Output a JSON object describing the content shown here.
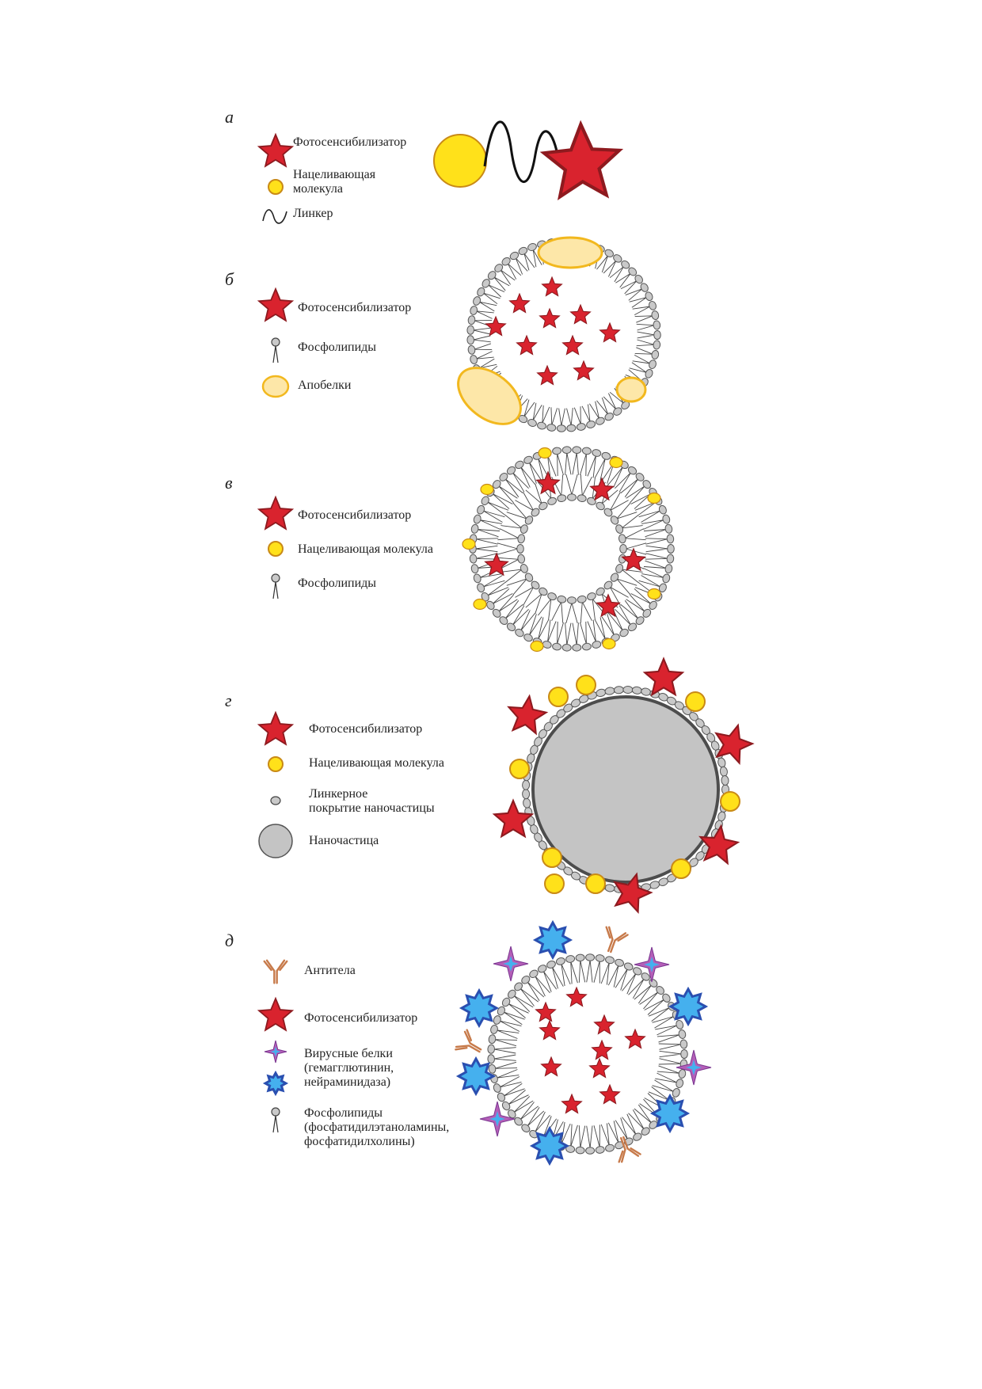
{
  "colors": {
    "star_fill": "#d9232e",
    "star_stroke": "#8e1a1f",
    "yellow_fill": "#ffe11a",
    "yellow_stroke": "#c98a16",
    "apoprotein_fill": "#fde7a8",
    "apoprotein_stroke": "#f2b81e",
    "phospholipid_head": "#c9c9c9",
    "nanoparticle_fill": "#c4c4c4",
    "antibody": "#c77a4a",
    "viral_purple": "#b45fb8",
    "viral_blue": "#2a4fb0",
    "viral_light_blue": "#45b0ee"
  },
  "panels": [
    {
      "letter": "а",
      "legend": [
        {
          "icon": "star",
          "lines": [
            "Фотосенсибилизатор"
          ]
        },
        {
          "icon": "yellow-circle",
          "lines": [
            "Нацеливающая",
            "молекула"
          ]
        },
        {
          "icon": "linker-wave",
          "lines": [
            "Линкер"
          ]
        }
      ]
    },
    {
      "letter": "б",
      "legend": [
        {
          "icon": "star",
          "lines": [
            "Фотосенсибилизатор"
          ]
        },
        {
          "icon": "phospholipid",
          "lines": [
            "Фосфолипиды"
          ]
        },
        {
          "icon": "apoprotein",
          "lines": [
            "Апобелки"
          ]
        }
      ]
    },
    {
      "letter": "в",
      "legend": [
        {
          "icon": "star",
          "lines": [
            "Фотосенсибилизатор"
          ]
        },
        {
          "icon": "yellow-circle",
          "lines": [
            "Нацеливающая молекула"
          ]
        },
        {
          "icon": "phospholipid",
          "lines": [
            "Фосфолипиды"
          ]
        }
      ]
    },
    {
      "letter": "г",
      "legend": [
        {
          "icon": "star",
          "lines": [
            "Фотосенсибилизатор"
          ]
        },
        {
          "icon": "yellow-circle",
          "lines": [
            "Нацеливающая молекула"
          ]
        },
        {
          "icon": "linker-bead",
          "lines": [
            "Линкерное",
            "покрытие наночастицы"
          ]
        },
        {
          "icon": "nanoparticle",
          "lines": [
            "Наночастица"
          ]
        }
      ]
    },
    {
      "letter": "д",
      "legend": [
        {
          "icon": "antibody",
          "lines": [
            "Антитела"
          ]
        },
        {
          "icon": "star",
          "lines": [
            "Фотосенсибилизатор"
          ]
        },
        {
          "icon": "viral-proteins",
          "lines": [
            "Вирусные белки",
            "(гемагглютинин,",
            "нейраминидаза)"
          ]
        },
        {
          "icon": "phospholipid",
          "lines": [
            "Фосфолипиды",
            "(фосфатидилэтаноламины,",
            "фосфатидилхолины)"
          ]
        }
      ]
    }
  ]
}
